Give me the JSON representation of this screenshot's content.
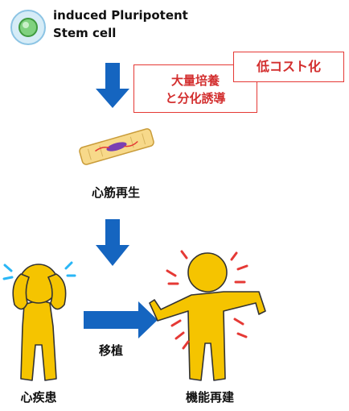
{
  "labels": {
    "ips_line1": "induced Pluripotent",
    "ips_line2": "Stem cell",
    "culture_line1": "大量培養",
    "culture_line2": "と分化誘導",
    "low_cost": "低コスト化",
    "regeneration": "心筋再生",
    "transplant": "移植",
    "heart_disease": "心疾患",
    "function_rebuild": "機能再建"
  },
  "colors": {
    "arrow": "#1565c0",
    "accent_red": "#d32f2f",
    "person": "#f5c400",
    "cell": "#66bb6a"
  },
  "icons": [
    "ips-cell-icon",
    "cardiomyocyte-icon",
    "worried-person-icon",
    "healthy-person-icon"
  ]
}
